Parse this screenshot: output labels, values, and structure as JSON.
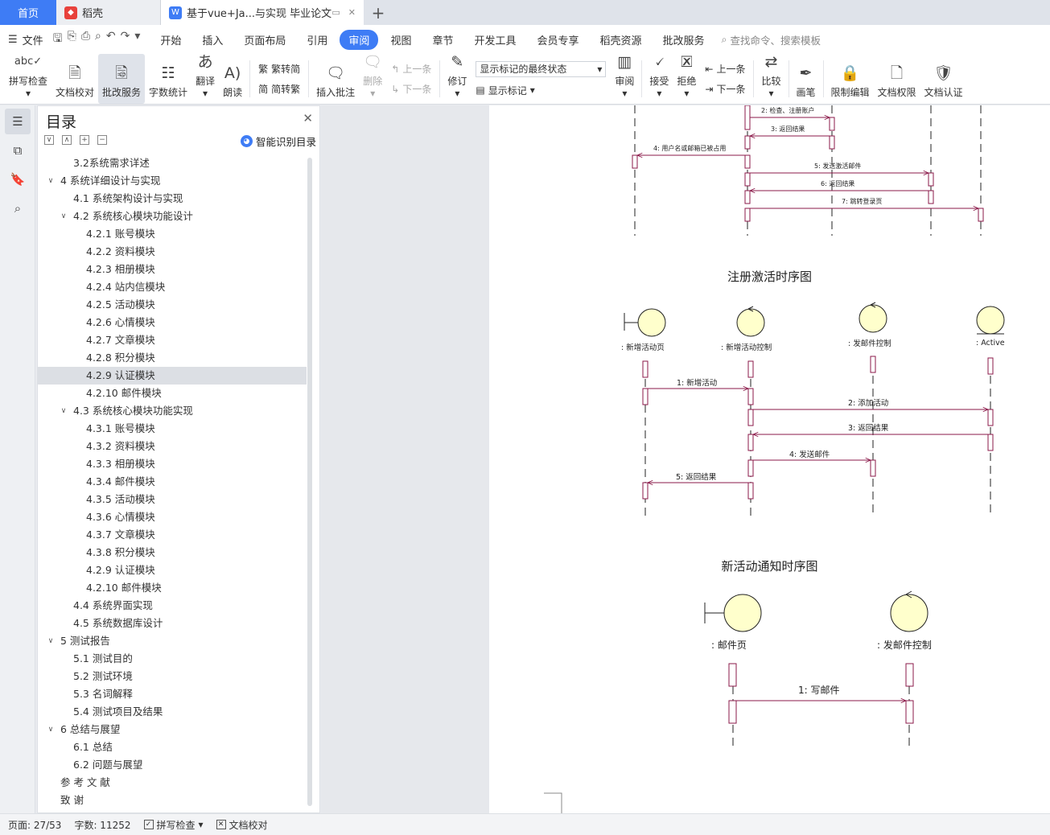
{
  "tabs": {
    "home": "首页",
    "daoke": "稻壳",
    "doc": "基于vue+Ja...与实现 毕业论文",
    "add": "+"
  },
  "menu": {
    "file": "文件",
    "items": [
      "开始",
      "插入",
      "页面布局",
      "引用",
      "审阅",
      "视图",
      "章节",
      "开发工具",
      "会员专享",
      "稻壳资源",
      "批改服务"
    ],
    "search": "查找命令、搜索模板"
  },
  "ribbon": {
    "spell": "拼写检查",
    "proof": "文档校对",
    "review_service": "批改服务",
    "word_count": "字数统计",
    "translate": "翻译",
    "read_aloud": "朗读",
    "trad": "繁转简",
    "simp": "简转繁",
    "insert_comment": "插入批注",
    "delete": "删除",
    "prev_comment": "上一条",
    "next_comment": "下一条",
    "revise": "修订",
    "mark_state": "显示标记的最终状态",
    "show_marks": "显示标记",
    "review": "审阅",
    "accept": "接受",
    "reject": "拒绝",
    "prev_change": "上一条",
    "next_change": "下一条",
    "compare": "比较",
    "pen": "画笔",
    "restrict": "限制编辑",
    "perm": "文档权限",
    "cert": "文档认证"
  },
  "toc": {
    "title": "目录",
    "smart": "智能识别目录",
    "items": [
      {
        "text": "3.2系统需求详述",
        "level": 2,
        "chev": ""
      },
      {
        "text": "4  系统详细设计与实现",
        "level": 1,
        "chev": "v"
      },
      {
        "text": "4.1  系统架构设计与实现",
        "level": 2,
        "chev": ""
      },
      {
        "text": "4.2  系统核心模块功能设计",
        "level": 2,
        "chev": "v"
      },
      {
        "text": "4.2.1  账号模块",
        "level": 3,
        "chev": ""
      },
      {
        "text": "4.2.2  资料模块",
        "level": 3,
        "chev": ""
      },
      {
        "text": "4.2.3  相册模块",
        "level": 3,
        "chev": ""
      },
      {
        "text": "4.2.4  站内信模块",
        "level": 3,
        "chev": ""
      },
      {
        "text": "4.2.5  活动模块",
        "level": 3,
        "chev": ""
      },
      {
        "text": "4.2.6  心情模块",
        "level": 3,
        "chev": ""
      },
      {
        "text": "4.2.7  文章模块",
        "level": 3,
        "chev": ""
      },
      {
        "text": "4.2.8  积分模块",
        "level": 3,
        "chev": ""
      },
      {
        "text": "4.2.9  认证模块",
        "level": 3,
        "chev": "",
        "selected": true
      },
      {
        "text": "4.2.10  邮件模块",
        "level": 3,
        "chev": ""
      },
      {
        "text": "4.3  系统核心模块功能实现",
        "level": 2,
        "chev": "v"
      },
      {
        "text": "4.3.1  账号模块",
        "level": 3,
        "chev": ""
      },
      {
        "text": "4.3.2  资料模块",
        "level": 3,
        "chev": ""
      },
      {
        "text": "4.3.3  相册模块",
        "level": 3,
        "chev": ""
      },
      {
        "text": "4.3.4  邮件模块",
        "level": 3,
        "chev": ""
      },
      {
        "text": "4.3.5  活动模块",
        "level": 3,
        "chev": ""
      },
      {
        "text": "4.3.6  心情模块",
        "level": 3,
        "chev": ""
      },
      {
        "text": "4.3.7  文章模块",
        "level": 3,
        "chev": ""
      },
      {
        "text": "4.3.8  积分模块",
        "level": 3,
        "chev": ""
      },
      {
        "text": "4.2.9  认证模块",
        "level": 3,
        "chev": ""
      },
      {
        "text": "4.2.10  邮件模块",
        "level": 3,
        "chev": ""
      },
      {
        "text": "4.4  系统界面实现",
        "level": 2,
        "chev": ""
      },
      {
        "text": "4.5  系统数据库设计",
        "level": 2,
        "chev": ""
      },
      {
        "text": "5  测试报告",
        "level": 1,
        "chev": "v"
      },
      {
        "text": "5.1  测试目的",
        "level": 2,
        "chev": ""
      },
      {
        "text": "5.2  测试环境",
        "level": 2,
        "chev": ""
      },
      {
        "text": "5.3  名词解释",
        "level": 2,
        "chev": ""
      },
      {
        "text": "5.4  测试项目及结果",
        "level": 2,
        "chev": ""
      },
      {
        "text": "6  总结与展望",
        "level": 1,
        "chev": "v"
      },
      {
        "text": "6.1  总结",
        "level": 2,
        "chev": ""
      },
      {
        "text": "6.2  问题与展望",
        "level": 2,
        "chev": ""
      },
      {
        "text": "参 考 文 献",
        "level": 1,
        "chev": ""
      },
      {
        "text": "致     谢",
        "level": 1,
        "chev": ""
      }
    ]
  },
  "doc": {
    "diagram1_msgs": [
      "2: 检查、注册账户",
      "3: 返回结果",
      "4: 用户名或邮箱已被占用",
      "5: 发送激活邮件",
      "6: 返回结果",
      "7: 跳转登录页"
    ],
    "caption1": "注册激活时序图",
    "diagram2_objects": [
      ": 新增活动页",
      ": 新增活动控制",
      ": 发邮件控制",
      ": Active"
    ],
    "diagram2_msgs": [
      "1: 新增活动",
      "2: 添加活动",
      "3: 返回结果",
      "4:  发送邮件",
      "5:  返回结果"
    ],
    "caption2": "新活动通知时序图",
    "diagram3_objects": [
      ": 邮件页",
      ": 发邮件控制"
    ],
    "diagram3_msgs": [
      "1: 写邮件"
    ]
  },
  "status": {
    "page": "页面: 27/53",
    "words": "字数: 11252",
    "spell": "拼写检查",
    "proof": "文档校对"
  },
  "colors": {
    "accent": "#3e7cf5",
    "uml_line": "#8b1a4a",
    "uml_fill": "#ffffcc"
  }
}
